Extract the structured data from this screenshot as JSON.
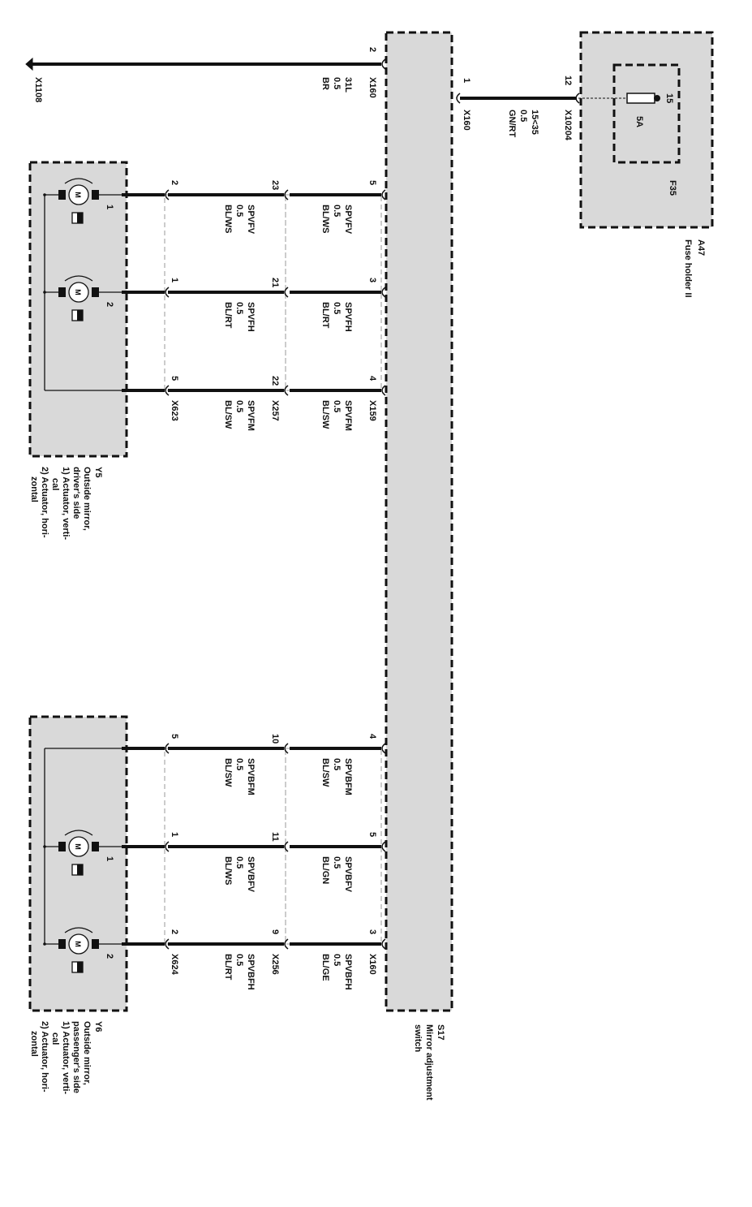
{
  "ground": {
    "connector": "X1108",
    "pin": "2",
    "switch_connector": "X160",
    "wire": [
      "31L",
      "0.5",
      "BR"
    ]
  },
  "supply": {
    "switch_pin": "1",
    "switch_connector": "X160",
    "wire": [
      "15<35",
      "0.5",
      "GN/RT"
    ],
    "fuse_pin": "12",
    "fuse_connector": "X10204"
  },
  "fuse_holder": {
    "id": "A47",
    "name": "Fuse holder II",
    "fuse_id": "F35",
    "rating": "5A",
    "pin": "15"
  },
  "switch": {
    "id": "S17",
    "name": [
      "Mirror adjustment",
      "switch"
    ]
  },
  "mirrors": [
    {
      "id": "Y5",
      "desc": [
        "Outside mirror,",
        "driver's side",
        "1) Actuator, verti-",
        "cal",
        "2) Actuator, hori-",
        "zontal"
      ],
      "motor_pins": [
        "1",
        "2"
      ],
      "connectors": [
        "X159",
        "X257",
        "X623"
      ],
      "wires": [
        {
          "pins": [
            "5",
            "23",
            "2"
          ],
          "seg1": [
            "SPVFV",
            "0.5",
            "BL/WS"
          ],
          "seg2": [
            "SPVFV",
            "0.5",
            "BL/WS"
          ]
        },
        {
          "pins": [
            "3",
            "21",
            "1"
          ],
          "seg1": [
            "SPVFH",
            "0.5",
            "BL/RT"
          ],
          "seg2": [
            "SPVFH",
            "0.5",
            "BL/RT"
          ]
        },
        {
          "pins": [
            "4",
            "22",
            "5"
          ],
          "seg1": [
            "SPVFM",
            "0.5",
            "BL/SW"
          ],
          "seg2": [
            "SPVFM",
            "0.5",
            "BL/SW"
          ]
        }
      ]
    },
    {
      "id": "Y6",
      "desc": [
        "Outside mirror,",
        "passenger's side",
        "1) Actuator, verti-",
        "cal",
        "2) Actuator, hori-",
        "zontal"
      ],
      "motor_pins": [
        "1",
        "2"
      ],
      "connectors": [
        "X160",
        "X256",
        "X624"
      ],
      "wires": [
        {
          "pins": [
            "4",
            "10",
            "5"
          ],
          "seg1": [
            "SPVBFM",
            "0.5",
            "BL/SW"
          ],
          "seg2": [
            "SPVBFM",
            "0.5",
            "BL/SW"
          ]
        },
        {
          "pins": [
            "5",
            "11",
            "1"
          ],
          "seg1": [
            "SPVBFV",
            "0.5",
            "BL/GN"
          ],
          "seg2": [
            "SPVBFV",
            "0.5",
            "BL/WS"
          ]
        },
        {
          "pins": [
            "3",
            "9",
            "2"
          ],
          "seg1": [
            "SPVBFH",
            "0.5",
            "BL/GE"
          ],
          "seg2": [
            "SPVBFH",
            "0.5",
            "BL/RT"
          ]
        }
      ]
    }
  ],
  "colors": {
    "box_fill": "#d9d9d9",
    "line": "#111111",
    "connector_outline": "#999999"
  }
}
